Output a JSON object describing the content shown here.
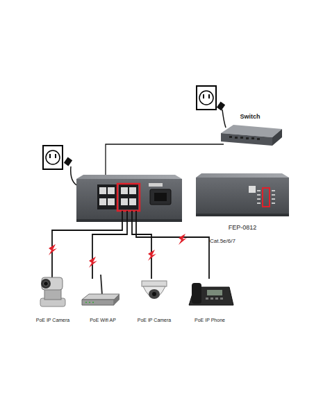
{
  "diagram": {
    "nodes": [
      {
        "text": [
          "Switch"
        ]
      },
      {
        "text": [
          "FEP-0812"
        ]
      },
      {
        "text": [
          "PoE IP Camera"
        ]
      },
      {
        "text": [
          "PoE Wifi AP"
        ]
      },
      {
        "text": [
          "PoE IP Camera"
        ]
      },
      {
        "text": [
          "PoE IP Phone"
        ]
      }
    ],
    "labels": [
      "Cat.5e/6/7"
    ]
  }
}
